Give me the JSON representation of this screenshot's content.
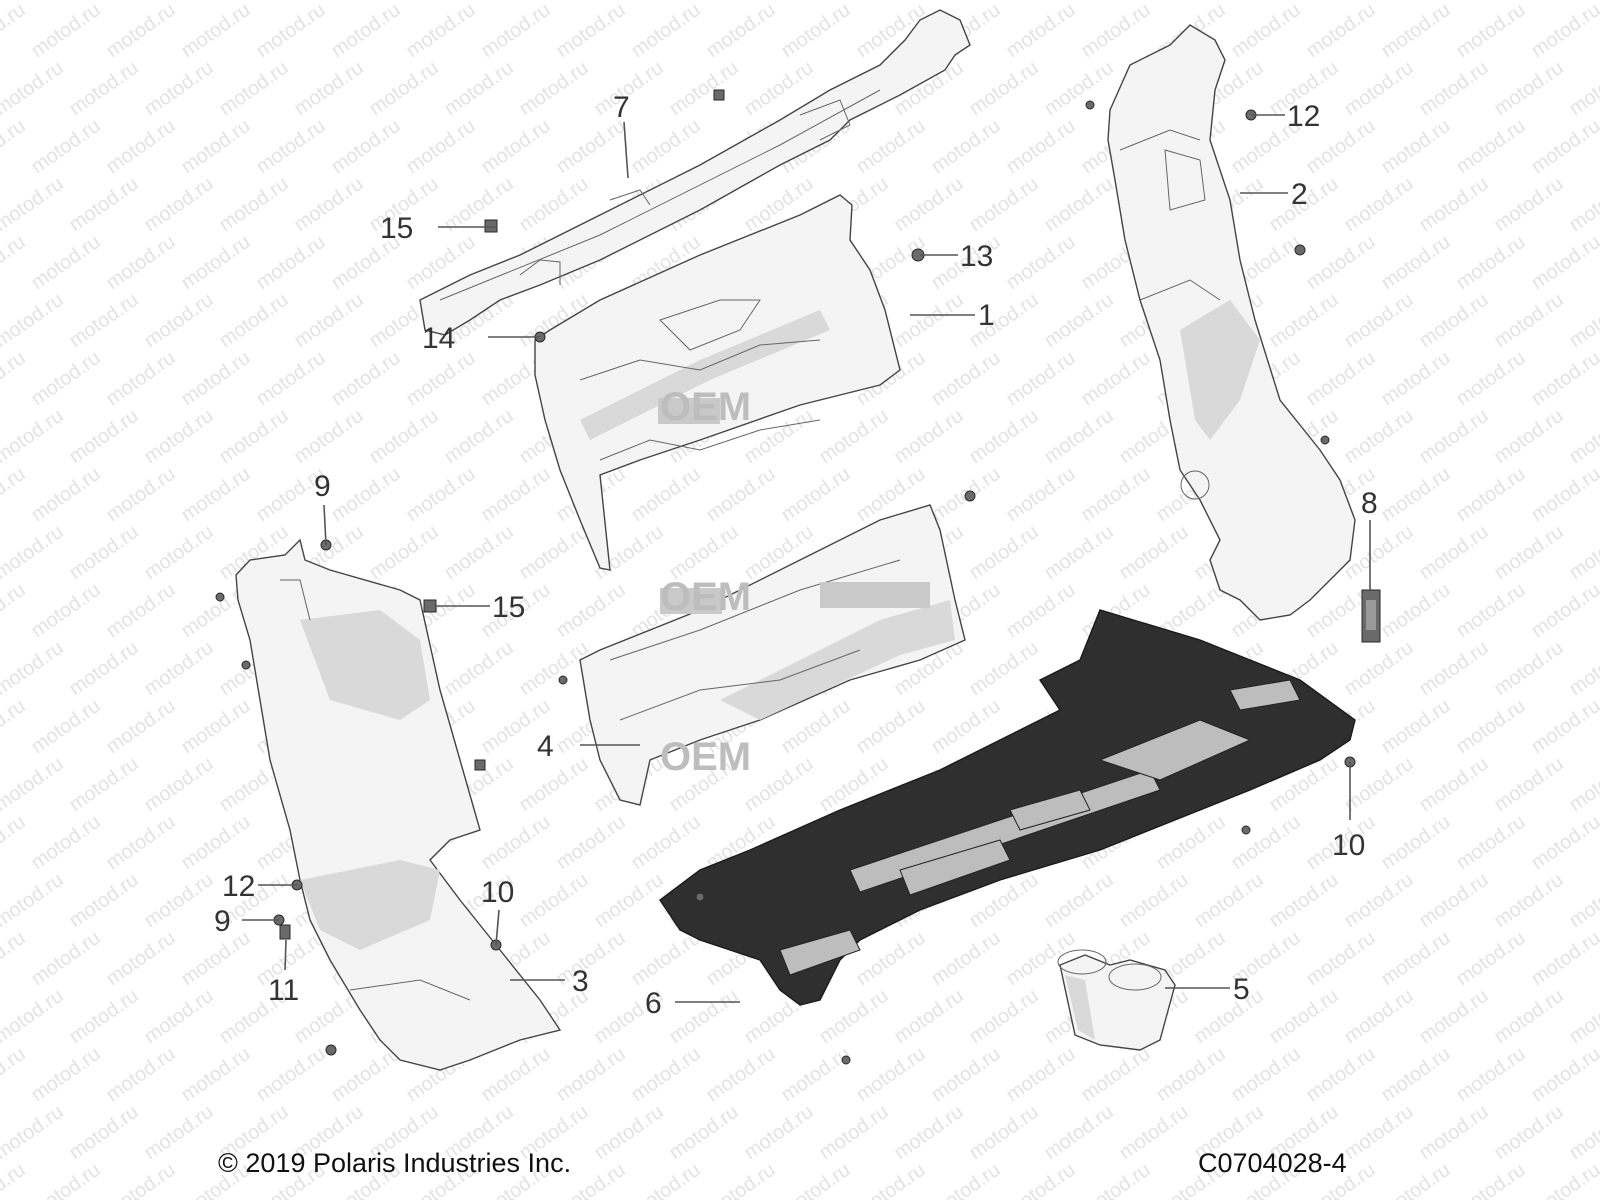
{
  "copyright": "© 2019 Polaris Industries Inc.",
  "diagram_code": "C0704028-4",
  "watermark_text": "motod.ru",
  "oem_watermark": "OEM",
  "callouts": [
    {
      "id": "c1",
      "label": "1"
    },
    {
      "id": "c2",
      "label": "2"
    },
    {
      "id": "c3",
      "label": "3"
    },
    {
      "id": "c4",
      "label": "4"
    },
    {
      "id": "c5",
      "label": "5"
    },
    {
      "id": "c6",
      "label": "6"
    },
    {
      "id": "c7",
      "label": "7"
    },
    {
      "id": "c8",
      "label": "8"
    },
    {
      "id": "c9a",
      "label": "9"
    },
    {
      "id": "c9b",
      "label": "9"
    },
    {
      "id": "c10a",
      "label": "10"
    },
    {
      "id": "c10b",
      "label": "10"
    },
    {
      "id": "c11",
      "label": "11"
    },
    {
      "id": "c12a",
      "label": "12"
    },
    {
      "id": "c12b",
      "label": "12"
    },
    {
      "id": "c13",
      "label": "13"
    },
    {
      "id": "c14",
      "label": "14"
    },
    {
      "id": "c15a",
      "label": "15"
    },
    {
      "id": "c15b",
      "label": "15"
    }
  ]
}
